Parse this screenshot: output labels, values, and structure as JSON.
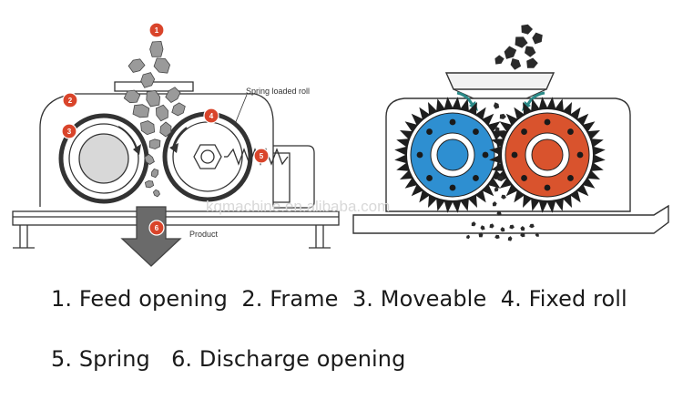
{
  "diagram": {
    "left_panel": {
      "callouts": [
        {
          "num": "1"
        },
        {
          "num": "2"
        },
        {
          "num": "3"
        },
        {
          "num": "4"
        },
        {
          "num": "5"
        },
        {
          "num": "6"
        }
      ],
      "spring_label": "Spring loaded roll",
      "product_label": "Product"
    },
    "watermark": "kqmachine.en.alibaba.com",
    "colors": {
      "badge": "#d9442a",
      "left_roll": "#2e8fd1",
      "right_roll": "#d9532d",
      "roll_hub": "#ffffff",
      "coal": "#2a2a2a",
      "frame_stroke": "#333333",
      "arrow_gray": "#666666",
      "feed_arrow_teal": "#2a8a88"
    }
  },
  "legend": {
    "line1": "1. Feed opening  2. Frame  3. Moveable  4. Fixed roll",
    "line2": "5. Spring   6. Discharge opening"
  }
}
